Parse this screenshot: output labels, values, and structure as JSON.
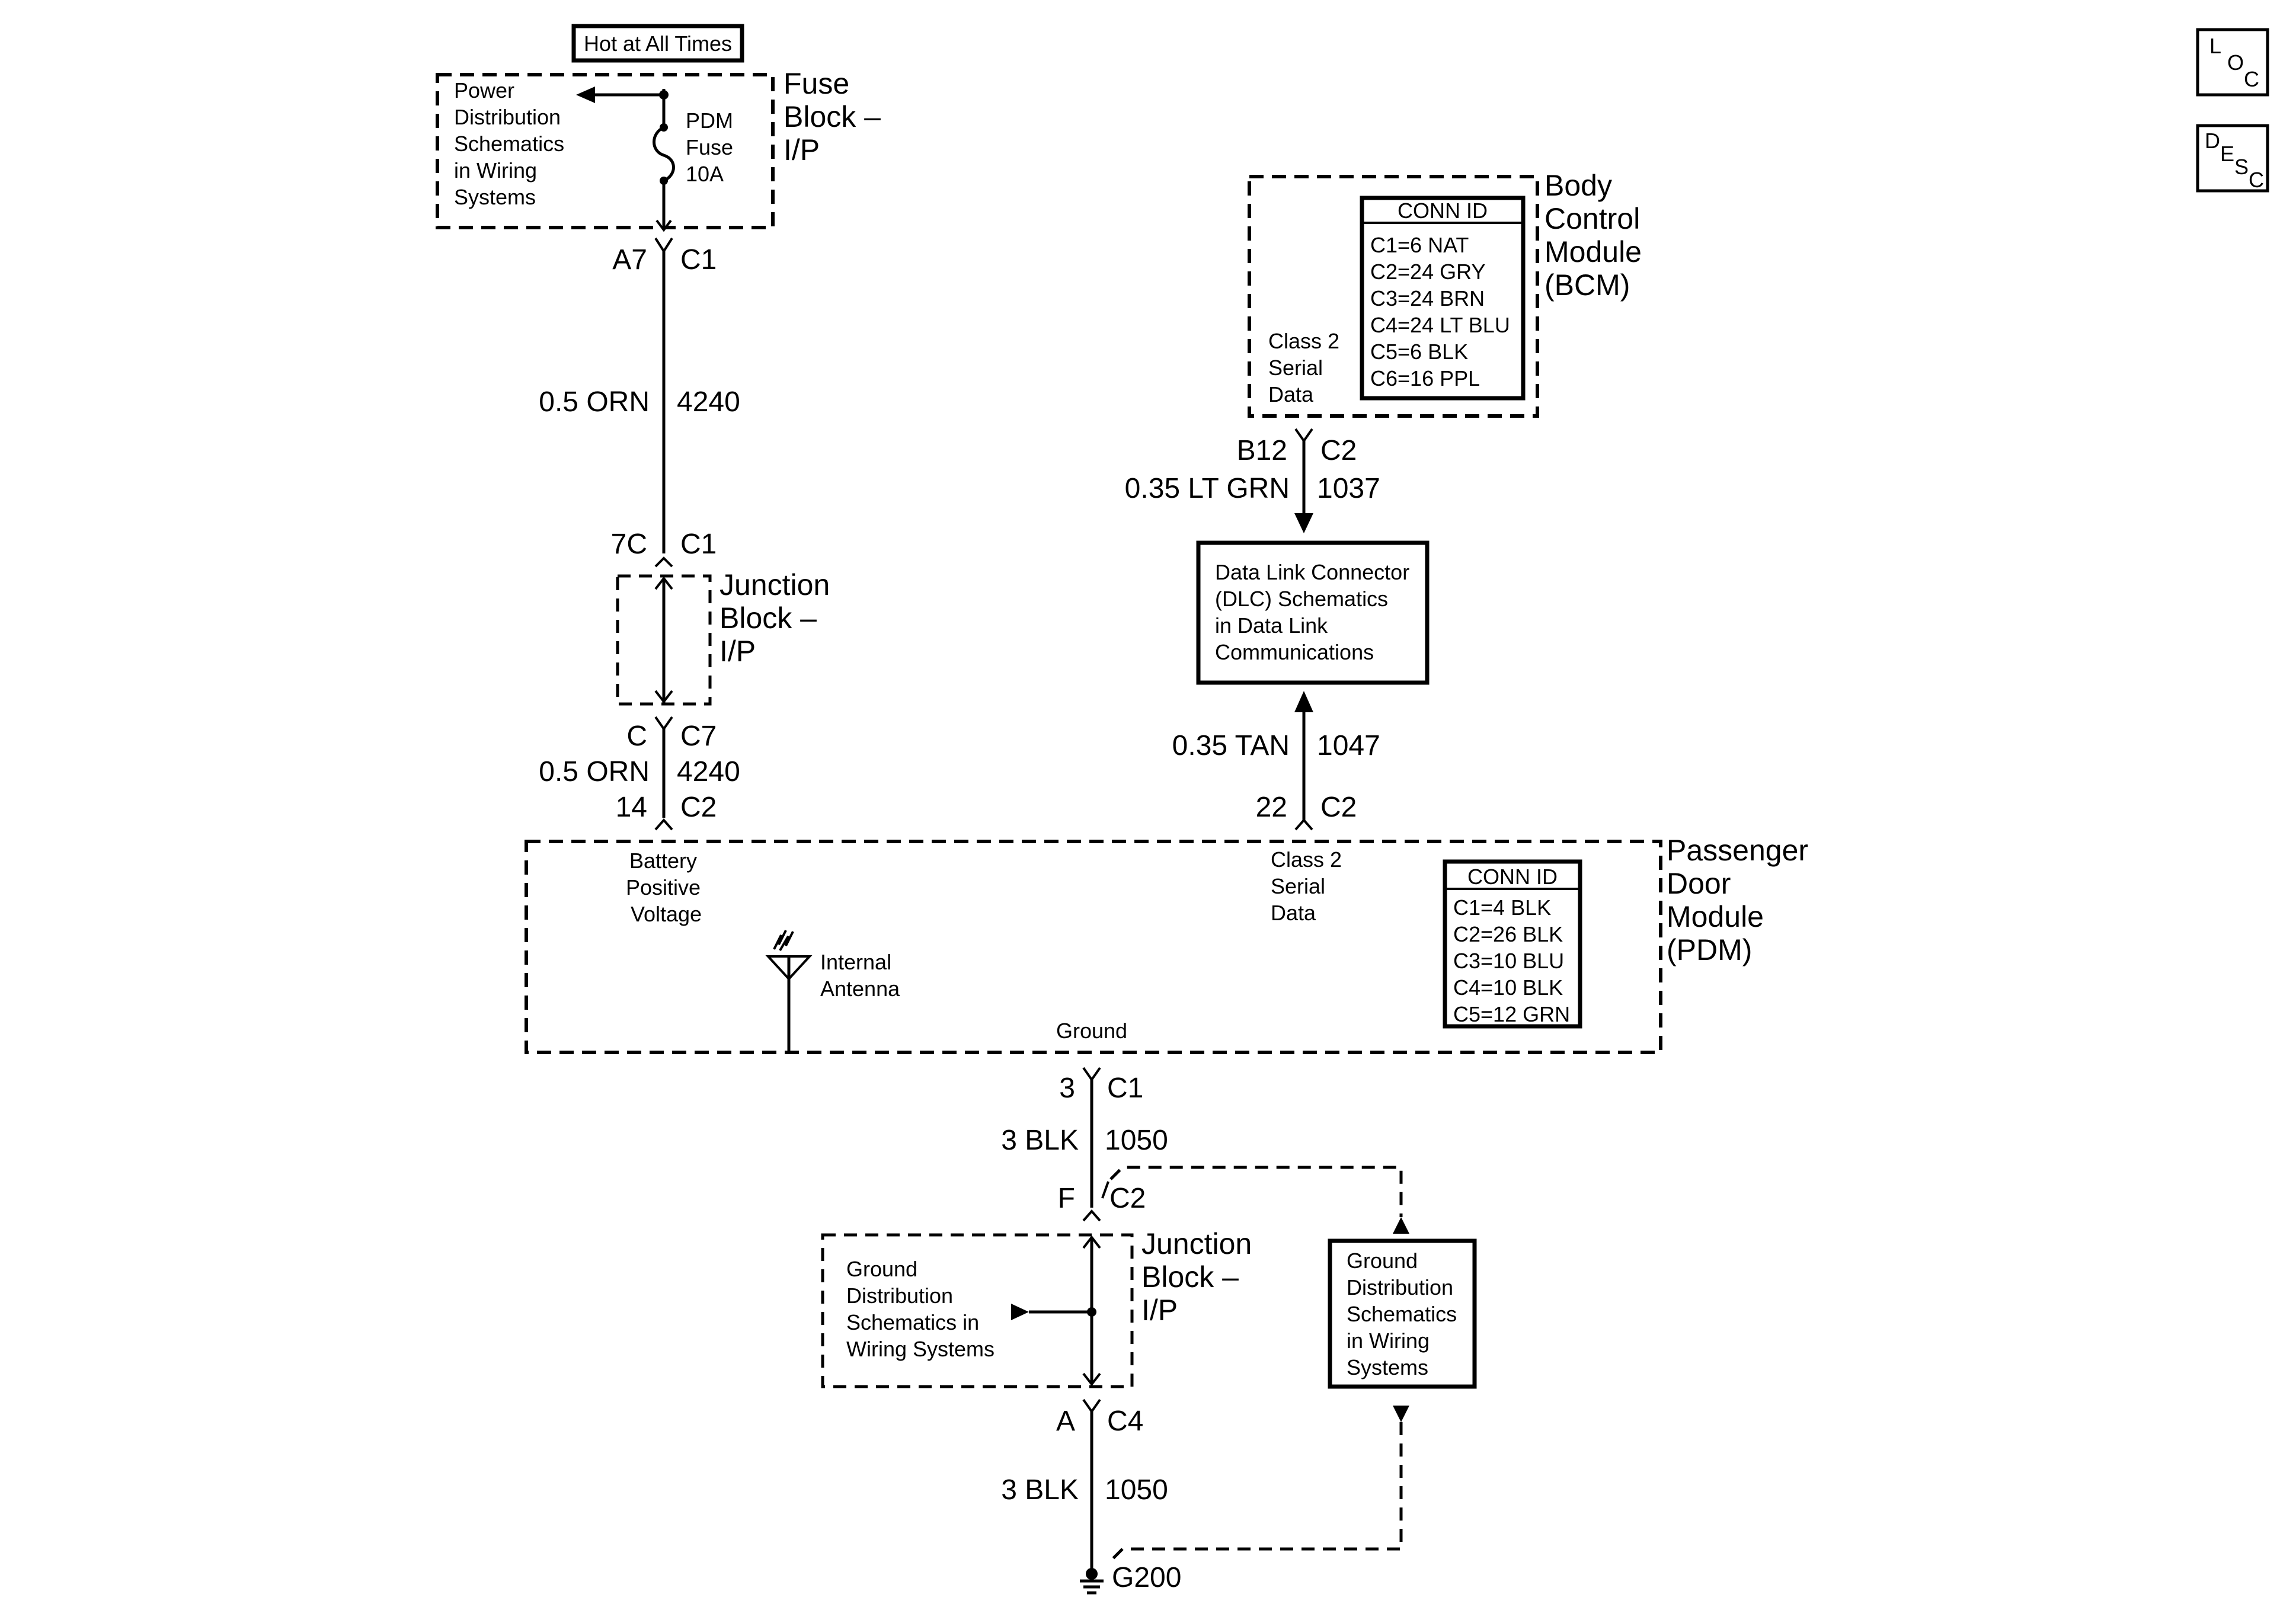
{
  "fuse_block": {
    "hot_label": "Hot at All Times",
    "power_dist_lines": [
      "Power",
      "Distribution",
      "Schematics",
      "in Wiring",
      "Systems"
    ],
    "fuse_lines": [
      "PDM",
      "Fuse",
      "10A"
    ],
    "title_lines": [
      "Fuse",
      "Block –",
      "I/P"
    ]
  },
  "conn_a7": {
    "pin": "A7",
    "conn": "C1"
  },
  "wire_4240_top": {
    "gauge": "0.5 ORN",
    "circuit": "4240"
  },
  "conn_7c": {
    "pin": "7C",
    "conn": "C1"
  },
  "junction_top": {
    "title_lines": [
      "Junction",
      "Block –",
      "I/P"
    ]
  },
  "conn_c": {
    "pin": "C",
    "conn": "C7"
  },
  "wire_4240_bottom": {
    "gauge": "0.5 ORN",
    "circuit": "4240"
  },
  "conn_14": {
    "pin": "14",
    "conn": "C2"
  },
  "bcm": {
    "title_lines": [
      "Body",
      "Control",
      "Module",
      "(BCM)"
    ],
    "conn_header": "CONN ID",
    "conn_rows": [
      "C1=6 NAT",
      "C2=24 GRY",
      "C3=24 BRN",
      "C4=24 LT BLU",
      "C5=6 BLK",
      "C6=16 PPL"
    ],
    "signal_lines": [
      "Class 2",
      "Serial",
      "Data"
    ]
  },
  "conn_b12": {
    "pin": "B12",
    "conn": "C2"
  },
  "wire_1037": {
    "gauge": "0.35 LT GRN",
    "circuit": "1037"
  },
  "dlc": {
    "lines": [
      "Data Link Connector",
      "(DLC) Schematics",
      "in Data Link",
      "Communications"
    ]
  },
  "wire_1047": {
    "gauge": "0.35 TAN",
    "circuit": "1047"
  },
  "conn_22": {
    "pin": "22",
    "conn": "C2"
  },
  "pdm": {
    "title_lines": [
      "Passenger",
      "Door",
      "Module",
      "(PDM)"
    ],
    "battery_lines": [
      "Battery",
      "Positive",
      "Voltage"
    ],
    "serial_lines": [
      "Class 2",
      "Serial",
      "Data"
    ],
    "antenna_lines": [
      "Internal",
      "Antenna"
    ],
    "ground_label": "Ground",
    "conn_header": "CONN ID",
    "conn_rows": [
      "C1=4 BLK",
      "C2=26 BLK",
      "C3=10 BLU",
      "C4=10 BLK",
      "C5=12 GRN"
    ]
  },
  "conn_3": {
    "pin": "3",
    "conn": "C1"
  },
  "wire_1050_top": {
    "gauge": "3 BLK",
    "circuit": "1050"
  },
  "conn_f": {
    "pin": "F",
    "conn": "C2"
  },
  "junction_bottom": {
    "title_lines": [
      "Junction",
      "Block –",
      "I/P"
    ],
    "ground_dist_lines": [
      "Ground",
      "Distribution",
      "Schematics in",
      "Wiring Systems"
    ]
  },
  "ground_dist_box": {
    "lines": [
      "Ground",
      "Distribution",
      "Schematics",
      "in Wiring",
      "Systems"
    ]
  },
  "conn_a": {
    "pin": "A",
    "conn": "C4"
  },
  "wire_1050_bottom": {
    "gauge": "3 BLK",
    "circuit": "1050"
  },
  "ground_g200": {
    "label": "G200"
  },
  "icons": {
    "loc": [
      "L",
      "O",
      "C"
    ],
    "desc": [
      "D",
      "E",
      "S",
      "C"
    ]
  }
}
